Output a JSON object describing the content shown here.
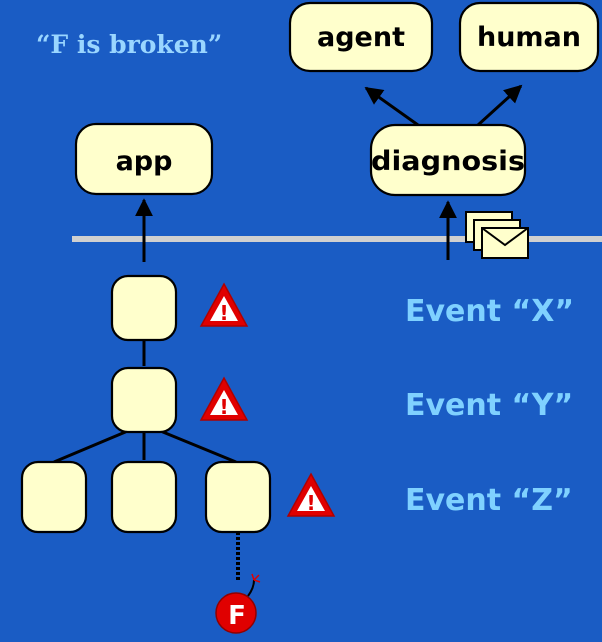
{
  "top_quote": "“F is broken”",
  "boxes": {
    "agent": "agent",
    "human": "human",
    "app": "app",
    "diagnosis": "diagnosis"
  },
  "events": [
    "Event “X”",
    "Event “Y”",
    "Event “Z”"
  ],
  "bomb_label": "F",
  "warning_glyph": "!",
  "colors": {
    "background": "#1a5cc4",
    "node_fill": "#ffffcc",
    "event_text": "#7fd1ff",
    "quote_text": "#9ad6ff",
    "warning_red": "#e00000",
    "separator": "#d0d0d0",
    "bomb": "#e00000"
  },
  "icons": [
    "warning-triangle-icon",
    "envelope-stack-icon",
    "bomb-icon"
  ]
}
